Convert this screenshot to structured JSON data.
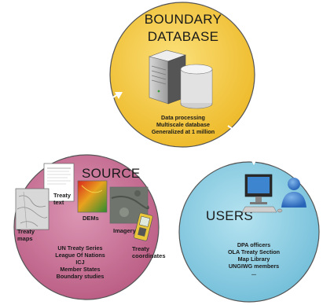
{
  "database": {
    "title_line1": "BOUNDARY",
    "title_line2": "DATABASE",
    "lines": [
      "Data processing",
      "Multiscale database",
      "Generalized at 1 million"
    ],
    "color": "#f2cc44"
  },
  "source": {
    "title": "SOURCE",
    "thumbs": {
      "treaty_maps": "Treaty\nmaps",
      "treaty_text": "Treaty\ntext",
      "dems": "DEMs",
      "imagery": "Imagery",
      "treaty_coordinates": "Treaty\ncoordinates"
    },
    "lines": [
      "UN Treaty Series",
      "League Of Nations",
      "ICJ",
      "Member States",
      "Boundary studies"
    ],
    "color": "#c76f93"
  },
  "users": {
    "title": "USERS",
    "lines": [
      "DPA officers",
      "OLA Treaty Section",
      "Map Library",
      "UNGIWG members",
      "..."
    ],
    "color": "#8fcde3"
  },
  "icons": [
    "server-icon",
    "database-cylinder-icon",
    "computer-icon",
    "user-icon",
    "gps-device-icon"
  ]
}
